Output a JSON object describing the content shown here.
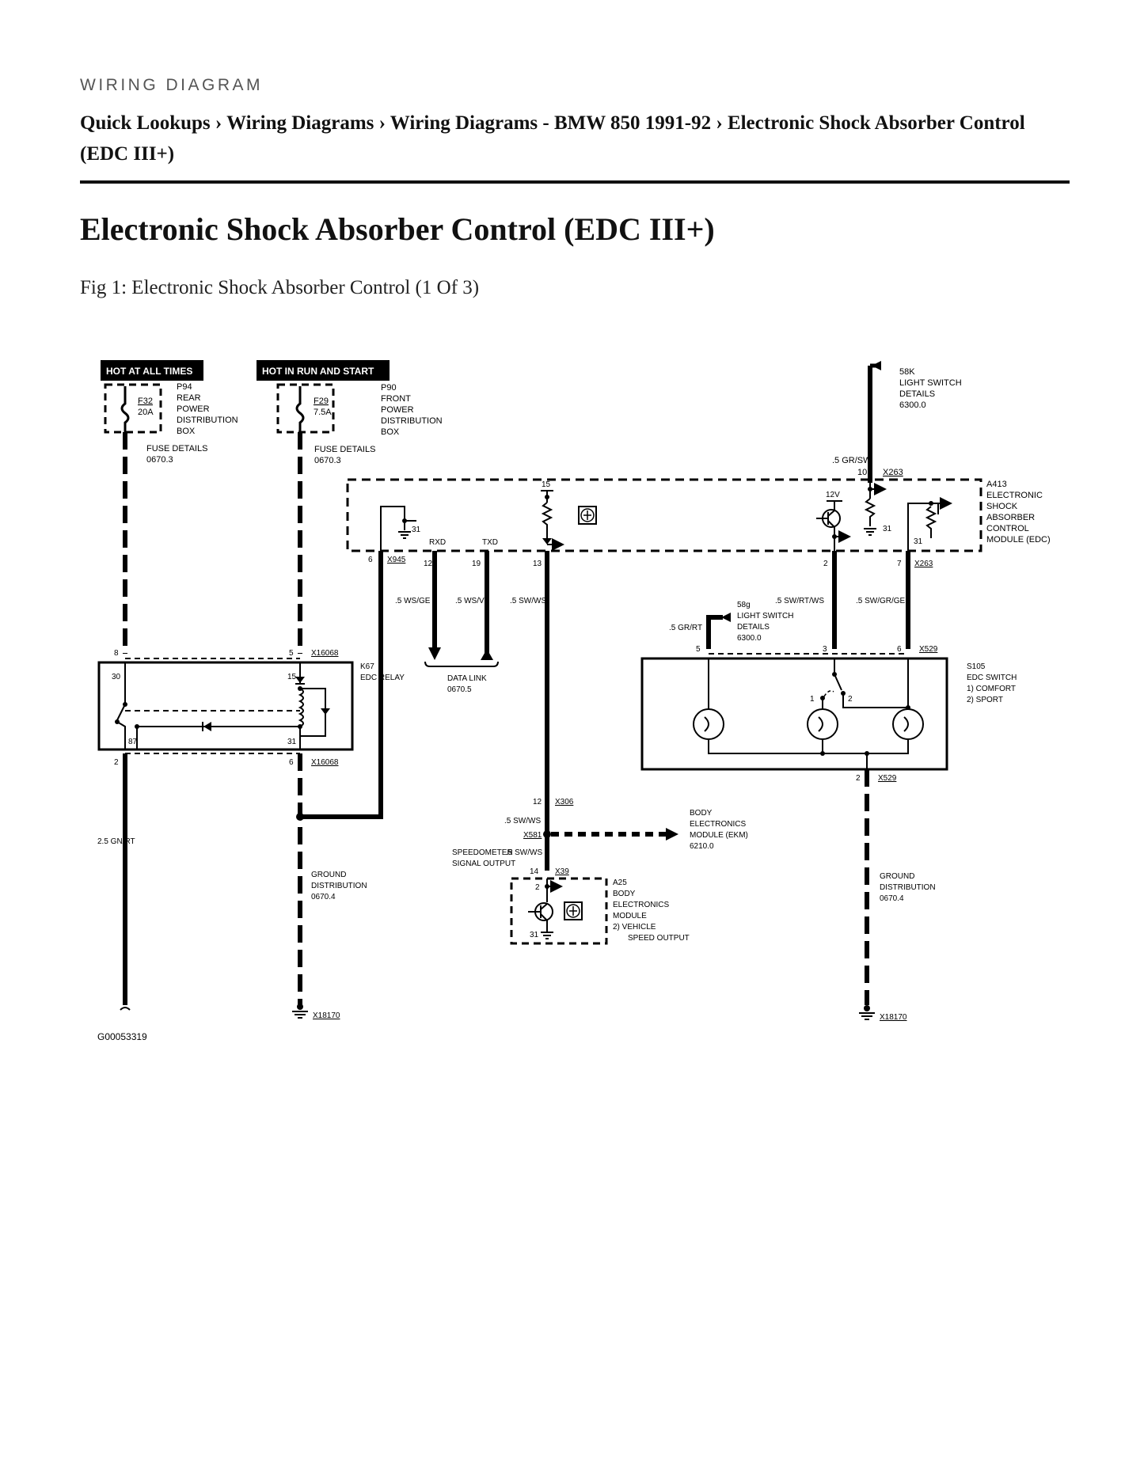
{
  "header": {
    "kicker": "WIRING DIAGRAM",
    "breadcrumbs": [
      "Quick Lookups",
      "Wiring Diagrams",
      "Wiring Diagrams - BMW 850 1991-92",
      "Electronic Shock Absorber Control (EDC III+)"
    ],
    "separator": "›"
  },
  "page_title": "Electronic Shock Absorber Control (EDC III+)",
  "figure": {
    "caption": "Fig 1: Electronic Shock Absorber Control (1 Of 3)",
    "labels": {
      "hot_all_times": "HOT AT ALL TIMES",
      "hot_run_start": "HOT IN RUN AND START",
      "p94": "P94",
      "rear": "REAR",
      "power": "POWER",
      "distribution": "DISTRIBUTION",
      "box": "BOX",
      "f32": "F32",
      "amp20": "20A",
      "p90": "P90",
      "front": "FRONT",
      "f29": "F29",
      "amp75": "7.5A",
      "fuse_details": "FUSE DETAILS",
      "ref_06703": "0670.3",
      "k58": "58K",
      "light_switch": "LIGHT SWITCH",
      "details": "DETAILS",
      "ref_63000": "6300.0",
      "w_grsw": ".5 GR/SW",
      "pin10": "10",
      "x263": "X263",
      "a413": "A413",
      "electronic": "ELECTRONIC",
      "shock": "SHOCK",
      "absorber": "ABSORBER",
      "control": "CONTROL",
      "module_edc": "MODULE (EDC)",
      "pin15": "15",
      "v12": "12V",
      "pin31": "31",
      "rxd": "RXD",
      "txd": "TXD",
      "pin6": "6",
      "x945": "X945",
      "pin12": "12",
      "pin19": "19",
      "pin13": "13",
      "pin2": "2",
      "pin7": "7",
      "w_wsge": ".5 WS/GE",
      "w_wsvi": ".5 WS/VI",
      "w_swws": ".5 SW/WS",
      "w_swrtws": ".5 SW/RT/WS",
      "w_swgrge": ".5 SW/GR/GE",
      "g58": "58g",
      "w_grrt": ".5 GR/RT",
      "data_link": "DATA LINK",
      "ref_06705": "0670.5",
      "pin8": "8",
      "pin5": "5",
      "x16068": "X16068",
      "k67": "K67",
      "edc_relay": "EDC RELAY",
      "pin30": "30",
      "pin87": "87",
      "pin3": "3",
      "x529": "X529",
      "s105": "S105",
      "edc_switch": "EDC SWITCH",
      "comfort": "1)   COMFORT",
      "sport": "2)   SPORT",
      "n1": "1",
      "n2": "2",
      "x306": "X306",
      "x581": "X581",
      "body": "BODY",
      "electronics": "ELECTRONICS",
      "module_ekm": "MODULE (EKM)",
      "ref_62100": "6210.0",
      "speedometer": "SPEEDOMETER",
      "signal_output": "SIGNAL OUTPUT",
      "pin14": "14",
      "x39": "X39",
      "a25": "A25",
      "module": "MODULE",
      "vehicle": "2)   VEHICLE",
      "speed_output": "SPEED OUTPUT",
      "w_gnrt": "2.5 GN/RT",
      "ground": "GROUND",
      "ref_06704": "0670.4",
      "x18170": "X18170",
      "fig_id": "G00053319"
    }
  }
}
